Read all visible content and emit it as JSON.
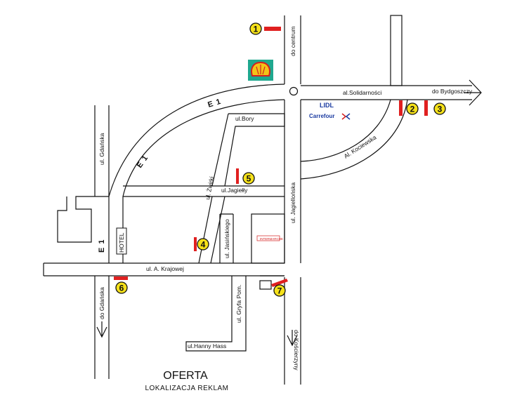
{
  "map": {
    "highway": "E 1",
    "streets": {
      "do_centrum": "do centrum",
      "solidarnosci": "al.Solidarności",
      "do_bydgoszczy": "do Bydgoszczy",
      "kociewska": "Al. Kociewska",
      "bory": "ul.Bory",
      "gdanska": "ul. Gdańska",
      "zwirki": "ul. Żwirki",
      "jagiellonska": "ul. Jagiellońska",
      "jagielly": "ul.Jagiełły",
      "jasinskiego": "ul. Jasińskiego",
      "krajowej": "ul. A. Krajowej",
      "do_gdanska": "do Gdańska",
      "gryfa_pom": "ul. Gryfa Pom.",
      "do_koscierzyny": "do Kościerzyny",
      "hanny_hass": "ul.Hanny Hass"
    },
    "places": {
      "hotel": "HOTEL",
      "lidl": "LIDL",
      "carrefour": "Carrefour",
      "intermarche": "INTERMARCHE"
    },
    "markers": [
      "1",
      "2",
      "3",
      "4",
      "5",
      "6",
      "7"
    ],
    "colors": {
      "marker": "#e02020",
      "badge": "#f5e11a",
      "lidl": "#1a3aa0",
      "shell": "#f2c418"
    }
  },
  "footer": {
    "title": "OFERTA",
    "subtitle": "LOKALIZACJA  REKLAM"
  }
}
